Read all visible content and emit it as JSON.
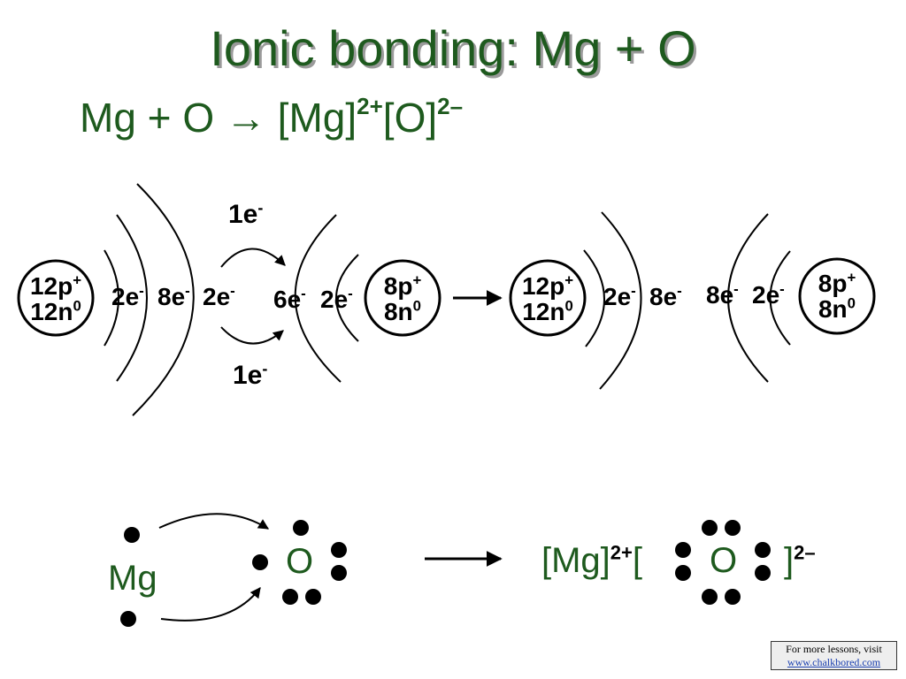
{
  "title": "Ionic bonding: Mg + O",
  "equation": {
    "left": "Mg + O ",
    "arrow": "→",
    "mg_bracket": " [Mg]",
    "mg_charge": "2+",
    "o_bracket": "[O]",
    "o_charge": "2–"
  },
  "before": {
    "mg_nucleus": {
      "p": "12p",
      "p_sup": "+",
      "n": "12n",
      "n_sup": "0"
    },
    "mg_shells": [
      {
        "v": "2e",
        "s": "-"
      },
      {
        "v": "8e",
        "s": "-"
      },
      {
        "v": "2e",
        "s": "-"
      }
    ],
    "transfer_top": {
      "v": "1e",
      "s": "-"
    },
    "transfer_bottom": {
      "v": "1e",
      "s": "-"
    },
    "o_shells": [
      {
        "v": "6e",
        "s": "-"
      },
      {
        "v": "2e",
        "s": "-"
      }
    ],
    "o_nucleus": {
      "p": "8p",
      "p_sup": "+",
      "n": "8n",
      "n_sup": "0"
    }
  },
  "after": {
    "mg_nucleus": {
      "p": "12p",
      "p_sup": "+",
      "n": "12n",
      "n_sup": "0"
    },
    "mg_shells": [
      {
        "v": "2e",
        "s": "-"
      },
      {
        "v": "8e",
        "s": "-"
      }
    ],
    "o_shells": [
      {
        "v": "8e",
        "s": "-"
      },
      {
        "v": "2e",
        "s": "-"
      }
    ],
    "o_nucleus": {
      "p": "8p",
      "p_sup": "+",
      "n": "8n",
      "n_sup": "0"
    }
  },
  "lewis": {
    "mg": "Mg",
    "o": "O",
    "product_mg": "[Mg]",
    "product_mg_charge": "2+",
    "product_open": "[",
    "product_o": "O",
    "product_close": "]",
    "product_o_charge": "2–"
  },
  "credit": {
    "line1": "For more lessons, visit",
    "link": "www.chalkbored.com"
  }
}
